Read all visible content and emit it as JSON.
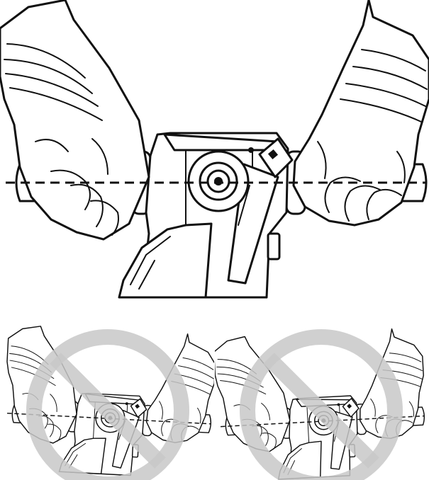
{
  "figure": {
    "panels": [
      {
        "id": "correct",
        "status": "correct",
        "axis_tilt_deg": 0
      },
      {
        "id": "wrong-1",
        "status": "prohibited",
        "axis_tilt_deg": 3
      },
      {
        "id": "wrong-2",
        "status": "prohibited",
        "axis_tilt_deg": -3
      }
    ]
  },
  "colors": {
    "ink": "#111111",
    "background": "#ffffff",
    "prohibition_symbol": "#c8c8c8"
  },
  "icons": {
    "prohibition": "prohibition-circle-icon"
  }
}
